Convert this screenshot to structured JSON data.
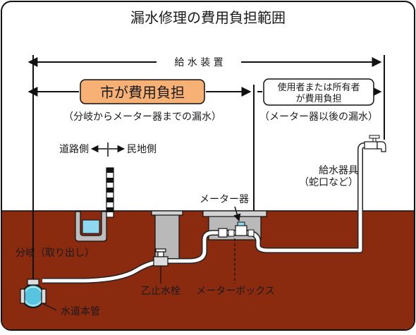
{
  "title": "漏水修理の費用負担範囲",
  "span_labels": {
    "supply_equipment": "給 水 装 置",
    "city_label": "市が費用負担",
    "city_note": "（分岐からメーター器までの漏水）",
    "owner_label_line1": "使用者または所有者",
    "owner_label_line2": "が費用負担",
    "owner_note": "（メーター器以後の漏水）"
  },
  "boundary": {
    "road_side": "道路側",
    "private_side": "民地側"
  },
  "components": {
    "fixture_line1": "給水器具",
    "fixture_line2": "（蛇口など）",
    "meter": "メーター器",
    "branch": "分岐（取り出し）",
    "stop_valve": "乙止水栓",
    "meter_box": "メーターボックス",
    "water_main": "水道本管"
  },
  "colors": {
    "ground": "#8a2b10",
    "city_badge": "#f7b174",
    "pipe_outline": "#222222",
    "main_pipe": "#57c4e0"
  }
}
